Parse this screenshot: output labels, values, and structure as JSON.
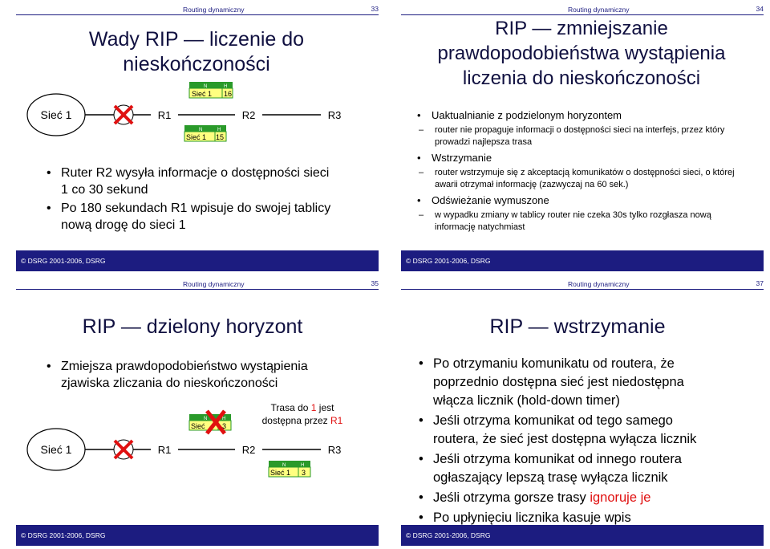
{
  "slides": {
    "s33": {
      "header": "Routing dynamiczny",
      "number": "33",
      "title_line1": "Wady RIP — liczenie do",
      "title_line2": "nieskończoności",
      "network_label": "Sieć 1",
      "routers": [
        "R1",
        "R2",
        "R3"
      ],
      "table_top": {
        "col1": "N",
        "col2": "H",
        "net": "Sieć 1",
        "hops": "16"
      },
      "table_bottom": {
        "col1": "N",
        "col2": "H",
        "net": "Sieć 1",
        "hops": "15"
      },
      "bullets": [
        "Ruter R2 wysyła informacje o dostępności sieci 1 co 30 sekund",
        "Po 180 sekundach R1 wpisuje do swojej tablicy nową drogę do sieci 1"
      ],
      "footer": "© DSRG 2001-2006, DSRG"
    },
    "s34": {
      "header": "Routing dynamiczny",
      "number": "34",
      "title_line1": "RIP — zmniejszanie",
      "title_line2": "prawdopodobieństwa wystąpienia",
      "title_line3": "liczenia do nieskończoności",
      "b1": "Uaktualnianie z podzielonym horyzontem",
      "b1s1": "router nie propaguje informacji o dostępności sieci na interfejs, przez który prowadzi najlepsza trasa",
      "b2": "Wstrzymanie",
      "b2s1": "router wstrzymuje się z akceptacją komunikatów o dostępności sieci, o której awarii otrzymał informację (zazwyczaj na 60 sek.)",
      "b3": "Odświeżanie wymuszone",
      "b3s1": "w wypadku zmiany w tablicy router nie czeka 30s tylko rozgłasza nową informację natychmiast",
      "footer": "© DSRG 2001-2006, DSRG"
    },
    "s35": {
      "header": "Routing dynamiczny",
      "number": "35",
      "title": "RIP — dzielony horyzont",
      "bullet": "Zmiejsza prawdopodobieństwo wystąpienia zjawiska zliczania do nieskończoności",
      "callout_prefix": "Trasa do ",
      "callout_net": "1",
      "callout_mid": " jest",
      "callout_line2_prefix": "dostępna przez ",
      "callout_router": "R1",
      "network_label": "Sieć 1",
      "routers": [
        "R1",
        "R2",
        "R3"
      ],
      "table_top": {
        "col1": "N",
        "col2": "H",
        "net": "Sieć",
        "hops": "3"
      },
      "table_bottom": {
        "col1": "N",
        "col2": "H",
        "net": "Sieć 1",
        "hops": "3"
      },
      "footer": "© DSRG 2001-2006, DSRG"
    },
    "s37": {
      "header": "Routing dynamiczny",
      "number": "37",
      "title": "RIP — wstrzymanie",
      "bullets": [
        "Po otrzymaniu komunikatu od routera, że poprzednio dostępna sieć jest niedostępna włącza licznik (hold-down timer)",
        "Jeśli otrzyma komunikat od tego samego routera, że sieć jest dostępna wyłącza licznik",
        "Jeśli otrzyma komunikat od innego routera ogłaszający lepszą trasę wyłącza licznik"
      ],
      "b4_prefix": "Jeśli otrzyma gorsze trasy ",
      "b4_red": "ignoruje je",
      "b5": "Po upłynięciu licznika kasuje wpis",
      "footer": "© DSRG 2001-2006, DSRG"
    }
  },
  "colors": {
    "accent": "#1c1c80",
    "highlight": "#e01010",
    "table_green": "#2a9a2a",
    "table_yellow": "#ffff80"
  }
}
